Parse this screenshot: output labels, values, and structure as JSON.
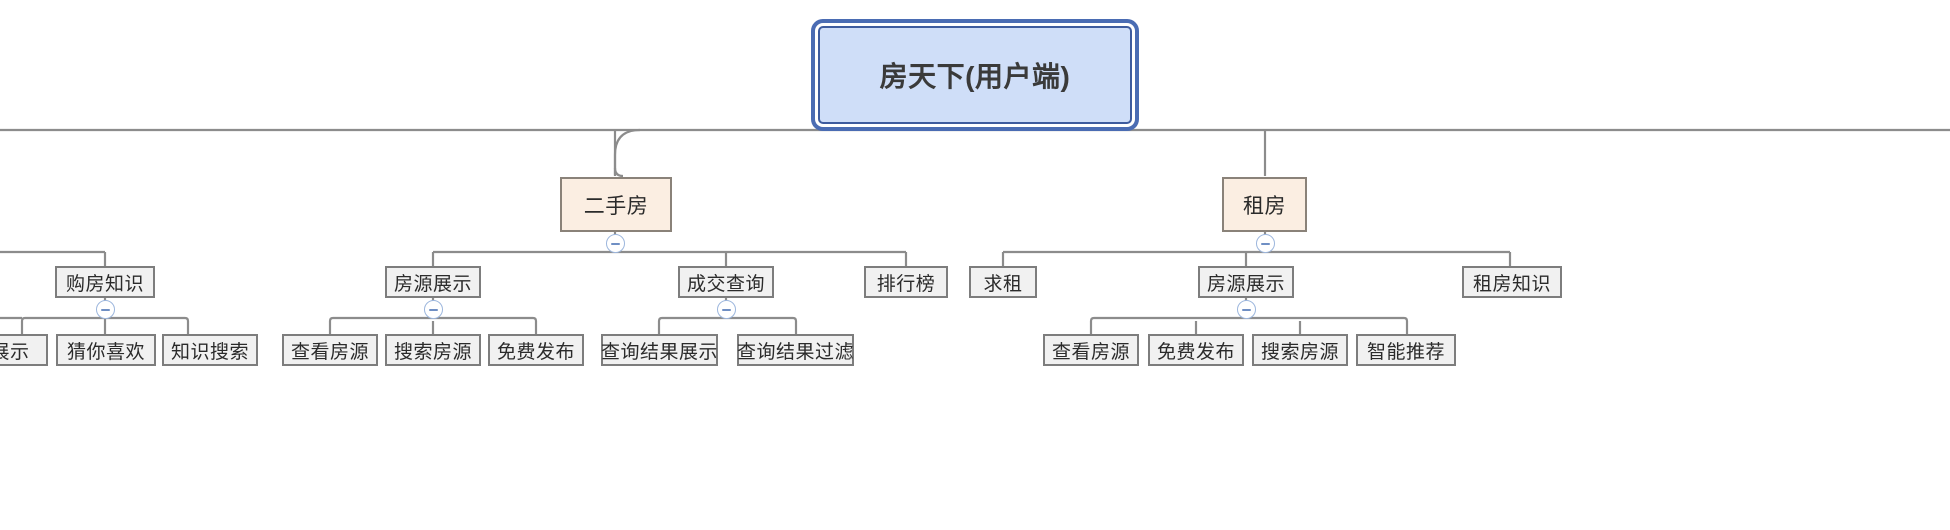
{
  "diagram": {
    "type": "mindmap-tree",
    "title": "房天下(用户端)",
    "orientation": "top-down",
    "colors": {
      "root_fill": "#cfdef8",
      "root_border": "#4a6cb3",
      "level2_fill": "#fbeee2",
      "level2_border": "#8a8279",
      "node_fill": "#f1f1f1",
      "node_border": "#7d7d7d",
      "edge": "#8c8c8c",
      "collapse_ring": "#9cb6dd",
      "collapse_glyph": "#6f8fc4",
      "canvas": "#ffffff"
    },
    "collapse_icon_name": "collapse-minus-icon"
  },
  "nodes": {
    "root": {
      "label": "房天下(用户端)"
    },
    "level2": [
      {
        "id": "ershoufang",
        "label": "二手房",
        "collapsible": true
      },
      {
        "id": "zufang",
        "label": "租房",
        "collapsible": true
      }
    ],
    "level3": [
      {
        "id": "goufangzhishi",
        "label": "购房知识",
        "collapsible": true,
        "parent": "hidden-left"
      },
      {
        "id": "fangyuanzhanshi-1",
        "label": "房源展示",
        "collapsible": true,
        "parent": "ershoufang"
      },
      {
        "id": "chengjiaochaxun",
        "label": "成交查询",
        "collapsible": true,
        "parent": "ershoufang"
      },
      {
        "id": "paihangbang",
        "label": "排行榜",
        "collapsible": false,
        "parent": "ershoufang"
      },
      {
        "id": "qiuzu",
        "label": "求租",
        "collapsible": false,
        "parent": "zufang"
      },
      {
        "id": "fangyuanzhanshi-2",
        "label": "房源展示",
        "collapsible": true,
        "parent": "zufang"
      },
      {
        "id": "zufangzhishi",
        "label": "租房知识",
        "collapsible": false,
        "parent": "zufang"
      }
    ],
    "leaves": [
      {
        "id": "zhanshi",
        "label": "展示",
        "parent": "hidden-left",
        "clipped": true
      },
      {
        "id": "cainixihuan",
        "label": "猜你喜欢",
        "parent": "goufangzhishi"
      },
      {
        "id": "zhishisousuo",
        "label": "知识搜索",
        "parent": "goufangzhishi"
      },
      {
        "id": "chakanfangyuan-1",
        "label": "查看房源",
        "parent": "fangyuanzhanshi-1"
      },
      {
        "id": "sousuofangyuan-1",
        "label": "搜索房源",
        "parent": "fangyuanzhanshi-1"
      },
      {
        "id": "mianfeifabu-1",
        "label": "免费发布",
        "parent": "fangyuanzhanshi-1"
      },
      {
        "id": "chaxunjieguozhanshi",
        "label": "查询结果展示",
        "parent": "chengjiaochaxun"
      },
      {
        "id": "chaxunjieguoguolv",
        "label": "查询结果过滤",
        "parent": "chengjiaochaxun"
      },
      {
        "id": "chakanfangyuan-2",
        "label": "查看房源",
        "parent": "fangyuanzhanshi-2"
      },
      {
        "id": "mianfeifabu-2",
        "label": "免费发布",
        "parent": "fangyuanzhanshi-2"
      },
      {
        "id": "sousuofangyuan-2",
        "label": "搜索房源",
        "parent": "fangyuanzhanshi-2"
      },
      {
        "id": "zhinengtuijian",
        "label": "智能推荐",
        "parent": "fangyuanzhanshi-2"
      }
    ]
  }
}
